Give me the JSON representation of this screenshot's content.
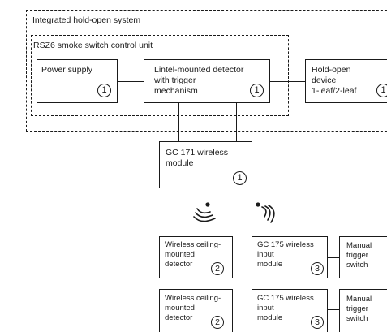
{
  "diagram": {
    "outer_group": {
      "title": "Integrated hold-open system"
    },
    "inner_group": {
      "title": "RSZ6 smoke switch control unit"
    },
    "nodes": {
      "power_supply": {
        "label": "Power supply",
        "badge": "1"
      },
      "lintel_detector": {
        "label": "Lintel-mounted detector\nwith trigger\nmechanism",
        "badge": "1"
      },
      "hold_open_device": {
        "label": "Hold-open\ndevice\n1-leaf/2-leaf",
        "badge": "1"
      },
      "gc171": {
        "label": "GC 171 wireless\nmodule",
        "badge": "1"
      },
      "ceiling_detector_1": {
        "label": "Wireless ceiling-\nmounted\ndetector",
        "badge": "2"
      },
      "gc175_1": {
        "label": "GC 175 wireless\ninput\nmodule",
        "badge": "3"
      },
      "manual_switch_1": {
        "label": "Manual\ntrigger\nswitch"
      },
      "ceiling_detector_2": {
        "label": "Wireless ceiling-\nmounted\ndetector",
        "badge": "2"
      },
      "gc175_2": {
        "label": "GC 175 wireless\ninput\nmodule",
        "badge": "3"
      },
      "manual_switch_2": {
        "label": "Manual\ntrigger\nswitch"
      }
    },
    "icons": [
      "wireless-signal-icon",
      "wireless-signal-icon"
    ],
    "colors": {
      "line": "#1a1a1a",
      "background": "#ffffff"
    }
  }
}
